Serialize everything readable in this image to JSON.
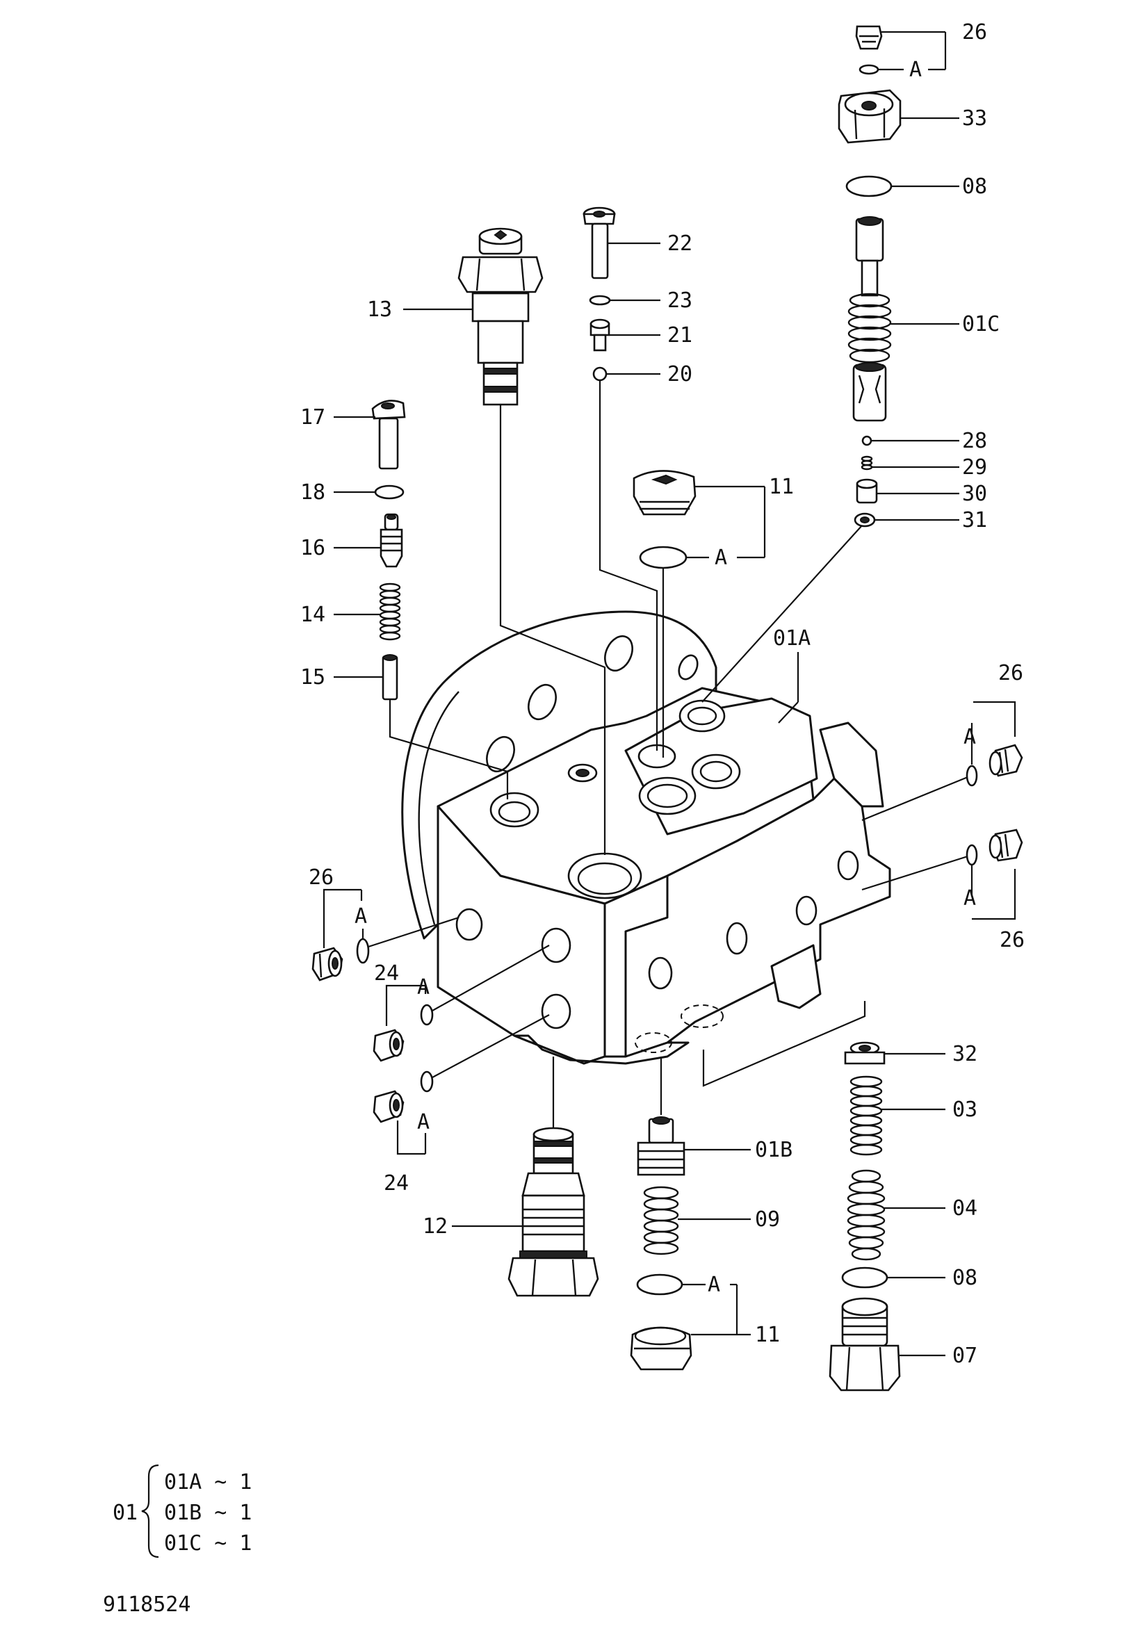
{
  "callouts": {
    "c26_top": "26",
    "cA_top": "A",
    "c33": "33",
    "c08_top": "08",
    "c01C": "01C",
    "c28": "28",
    "c29": "29",
    "c30": "30",
    "c31": "31",
    "c22": "22",
    "c23": "23",
    "c21": "21",
    "c20": "20",
    "c13": "13",
    "c17": "17",
    "c18": "18",
    "c16": "16",
    "c14": "14",
    "c15": "15",
    "c11_top": "11",
    "cA_11top": "A",
    "c01A": "01A",
    "c26_rightup": "26",
    "cA_rightup": "A",
    "c26_rightdn": "26",
    "cA_rightdn": "A",
    "c26_left": "26",
    "cA_left": "A",
    "c24_up": "24",
    "cA_24up": "A",
    "c24_dn": "24",
    "cA_24dn": "A",
    "c12": "12",
    "c01B": "01B",
    "c09": "09",
    "c11_bot": "11",
    "cA_11bot": "A",
    "c32": "32",
    "c03": "03",
    "c04": "04",
    "c08_bot": "08",
    "c07": "07"
  },
  "legend": {
    "prefix": "01",
    "row1": "01A ~ 1",
    "row2": "01B ~ 1",
    "row3": "01C ~ 1"
  },
  "figure_id": "9118524"
}
